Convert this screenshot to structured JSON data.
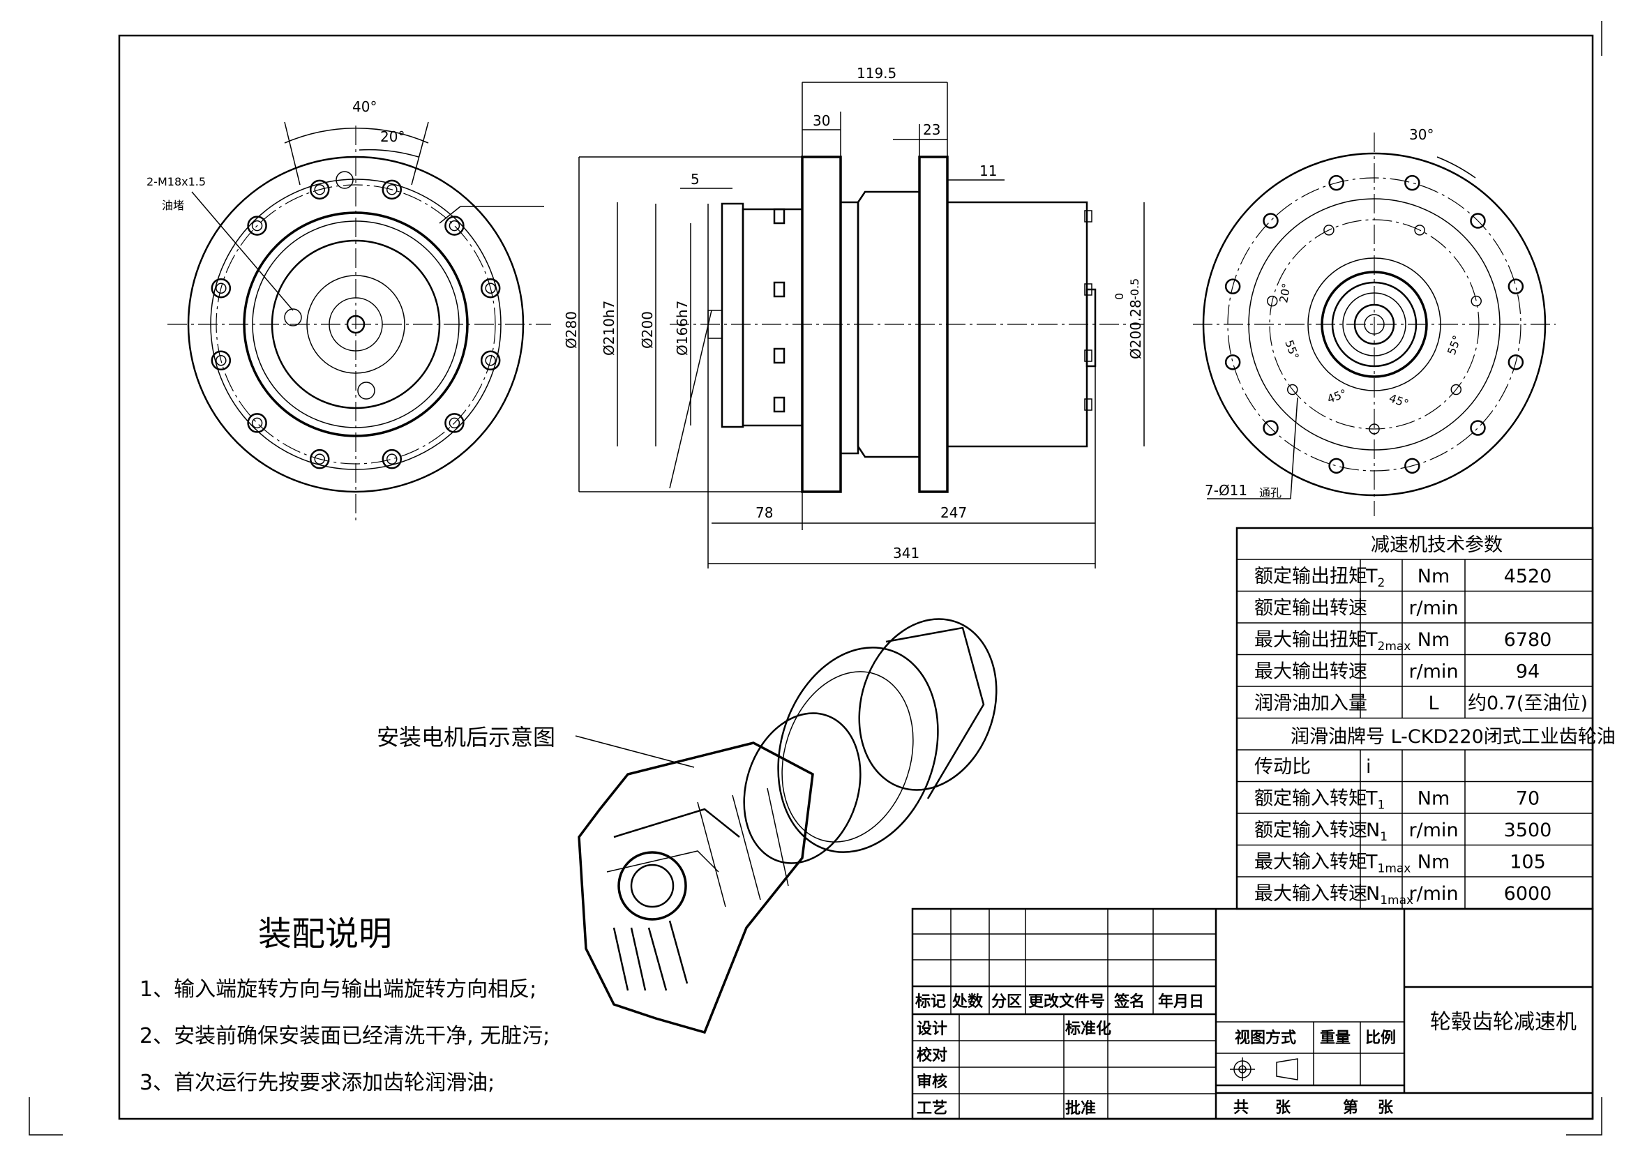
{
  "front_view": {
    "angle_40": "40°",
    "angle_20": "20°",
    "thread_note": "2-M18x1.5",
    "thread_sub": "油堵"
  },
  "side_view": {
    "dim_119_5": "119.5",
    "dim_30": "30",
    "dim_23": "23",
    "dim_11": "11",
    "dim_5": "5",
    "dia_280": "Ø280",
    "dia_210h7": "Ø210h7",
    "dia_200": "Ø200",
    "dia_166h7": "Ø166h7",
    "dia_200_28": "Ø200.28",
    "tol_upper": "0",
    "tol_lower": "-0.5",
    "dim_78": "78",
    "dim_247": "247",
    "dim_341": "341"
  },
  "rear_view": {
    "angle_30": "30°",
    "angle_20": "20°",
    "angle_55_left": "55°",
    "angle_55_right": "55°",
    "angle_45_left": "45°",
    "angle_45_right": "45°",
    "hole_note": "7-Ø11",
    "hole_sub": "通孔"
  },
  "callout": "安装电机后示意图",
  "specs": {
    "title": "减速机技术参数",
    "rows": [
      {
        "name": "额定输出扭矩",
        "sym": "T",
        "sub": "2",
        "unit": "Nm",
        "value": "4520"
      },
      {
        "name": "额定输出转速",
        "sym": "",
        "sub": "",
        "unit": "r/min",
        "value": ""
      },
      {
        "name": "最大输出扭矩",
        "sym": "T",
        "sub": "2max",
        "unit": "Nm",
        "value": "6780"
      },
      {
        "name": "最大输出转速",
        "sym": "",
        "sub": "",
        "unit": "r/min",
        "value": "94"
      },
      {
        "name": "润滑油加入量",
        "sym": "",
        "sub": "",
        "unit": "L",
        "value": "约0.7(至油位)"
      }
    ],
    "oil_brand": "润滑油牌号 L-CKD220闭式工业齿轮油",
    "rows2": [
      {
        "name": "传动比",
        "sym": "i",
        "sub": "",
        "unit": "",
        "value": ""
      },
      {
        "name": "额定输入转矩",
        "sym": "T",
        "sub": "1",
        "unit": "Nm",
        "value": "70"
      },
      {
        "name": "额定输入转速",
        "sym": "N",
        "sub": "1",
        "unit": "r/min",
        "value": "3500"
      },
      {
        "name": "最大输入转矩",
        "sym": "T",
        "sub": "1max",
        "unit": "Nm",
        "value": "105"
      },
      {
        "name": "最大输入转速",
        "sym": "N",
        "sub": "1max",
        "unit": "r/min",
        "value": "6000"
      }
    ]
  },
  "notes": {
    "title": "装配说明",
    "items": [
      "1、输入端旋转方向与输出端旋转方向相反;",
      "2、安装前确保安装面已经清洗干净, 无脏污;",
      "3、首次运行先按要求添加齿轮润滑油;"
    ]
  },
  "title_block": {
    "biaoji": "标记",
    "chushu": "处数",
    "fenqu": "分区",
    "change_doc": "更改文件号",
    "sign": "签名",
    "date": "年月日",
    "design": "设计",
    "standard": "标准化",
    "check": "校对",
    "review": "审核",
    "process": "工艺",
    "approve": "批准",
    "view_method": "视图方式",
    "weight": "重量",
    "scale": "比例",
    "total": "共",
    "sheet_unit": "张",
    "sheet_no": "第",
    "sheet_unit2": "张",
    "drawing_name": "轮毂齿轮减速机"
  }
}
